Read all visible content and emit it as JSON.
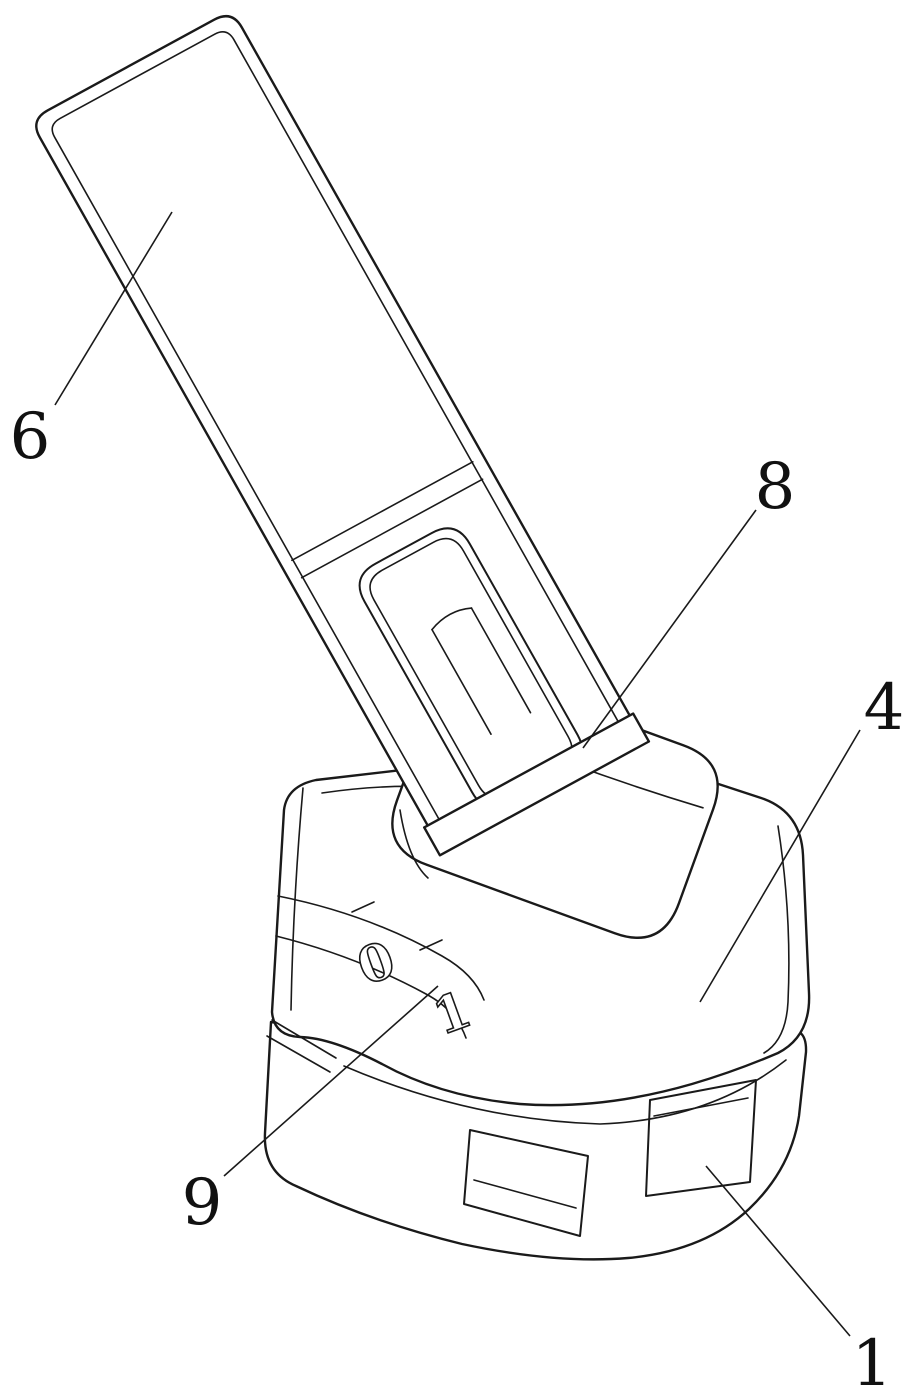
{
  "figure": {
    "callouts": {
      "c6": {
        "text": "6"
      },
      "c8": {
        "text": "8"
      },
      "c4": {
        "text": "4"
      },
      "c9": {
        "text": "9"
      },
      "c1": {
        "text": "1"
      }
    },
    "dial": {
      "digit_left": "0",
      "digit_right": "1"
    },
    "colors": {
      "line": "#1a1a1a",
      "background": "#ffffff"
    }
  }
}
